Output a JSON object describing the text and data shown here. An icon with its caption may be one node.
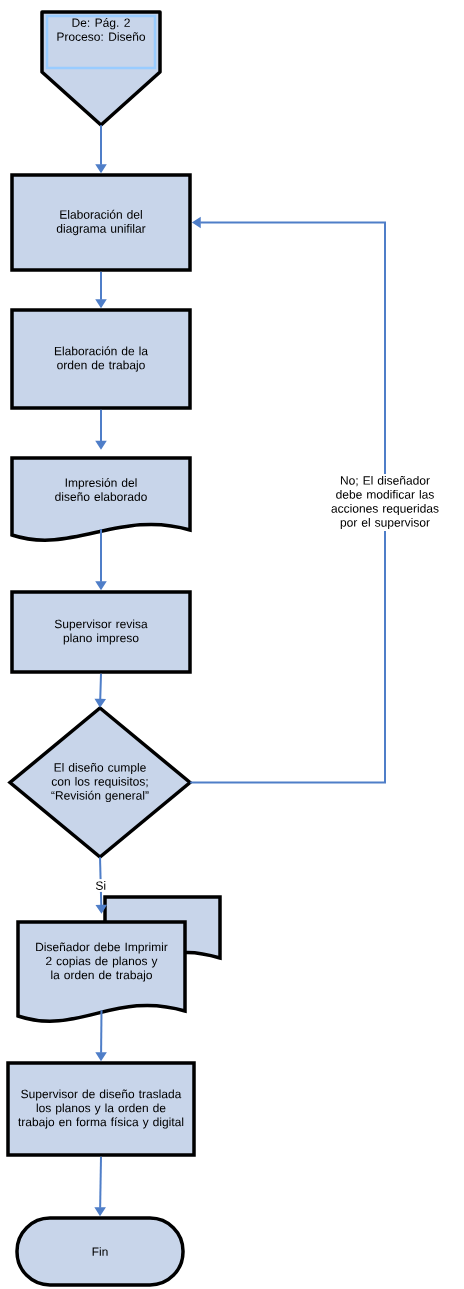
{
  "diagram": {
    "nodes": [
      {
        "text": [
          "De: Pág. 2 Proceso: Diseño"
        ]
      },
      {
        "text": [
          "Elaboración del diagrama unifilar"
        ]
      },
      {
        "text": [
          "Elaboración de la orden de trabajo"
        ]
      },
      {
        "text": [
          "Impresión del diseño elaborado"
        ]
      },
      {
        "text": [
          "Supervisor revisa plano impreso"
        ]
      },
      {
        "text": [
          "El diseño cumple con los requisitos; “Revisión general”"
        ]
      },
      {
        "text": [
          "Diseñador debe Imprimir 2 copias de planos y la orden de trabajo"
        ]
      },
      {
        "text": [
          "Supervisor de diseño traslada los planos y la orden de trabajo en forma física y digital"
        ]
      },
      {
        "text": [
          "Fin"
        ]
      }
    ],
    "edges": [
      {
        "from": 0,
        "to": 1,
        "arrow": "to"
      },
      {
        "from": 1,
        "to": 2,
        "arrow": "to"
      },
      {
        "from": 2,
        "to": 3,
        "arrow": "to"
      },
      {
        "from": 3,
        "to": 4,
        "arrow": "to"
      },
      {
        "from": 4,
        "to": 5,
        "arrow": "to"
      },
      {
        "from": 5,
        "to": 6,
        "arrow": "to",
        "label": "Si"
      },
      {
        "from": 6,
        "to": 7,
        "arrow": "to"
      },
      {
        "from": 7,
        "to": 8,
        "arrow": "to"
      },
      {
        "from": 5,
        "to": 1,
        "arrow": "to",
        "label": "No; El diseñador debe modificar las acciones requeridas por el supervisor"
      }
    ]
  }
}
